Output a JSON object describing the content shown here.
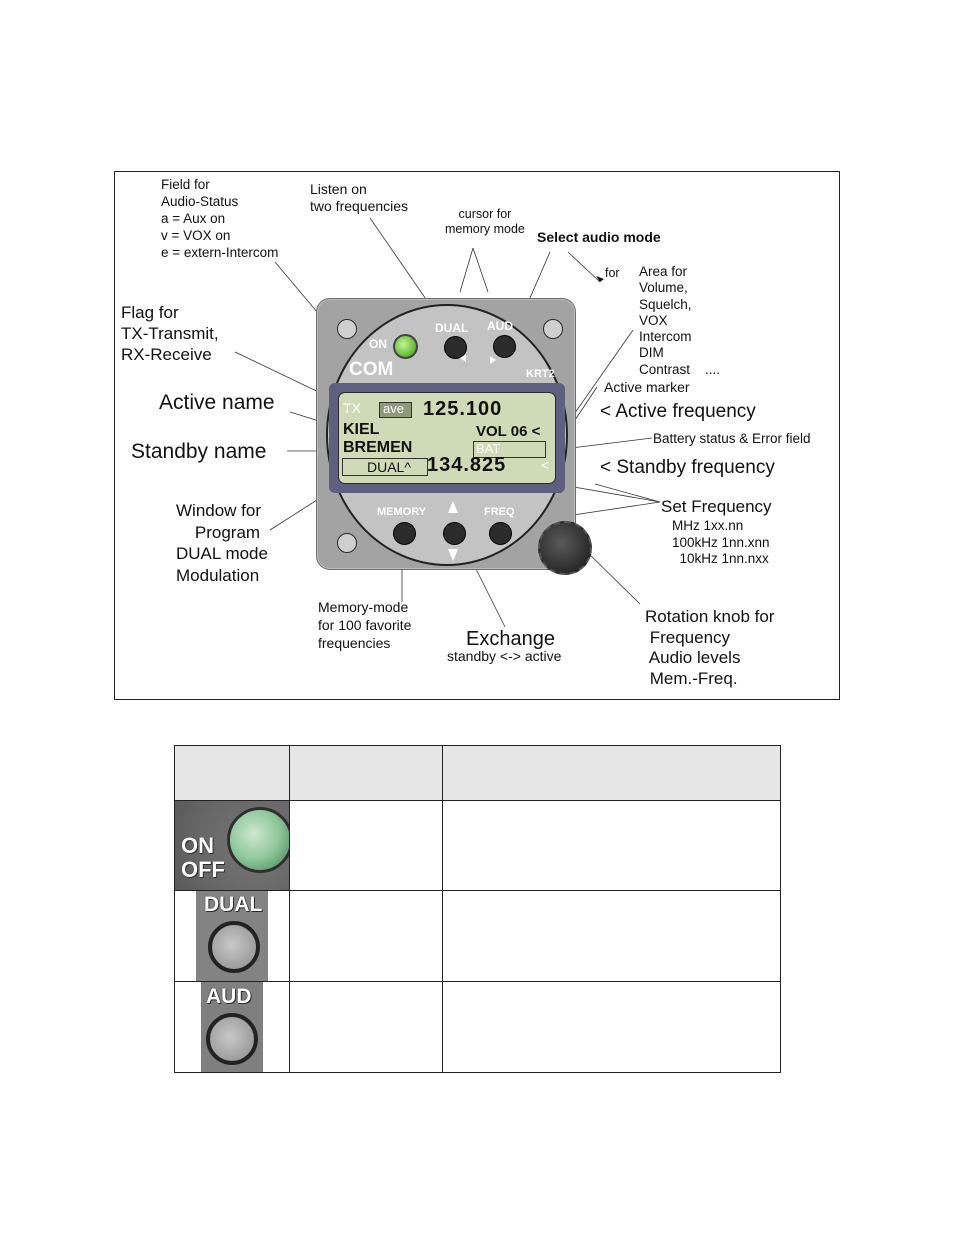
{
  "figure": {
    "labels": {
      "audio_status": "Field for\nAudio-Status\na = Aux on\nv = VOX on\ne = extern-Intercom",
      "listen_two": "Listen on\ntwo frequencies",
      "cursor_memory": "cursor for\nmemory mode",
      "select_audio": "Select audio mode",
      "for": "for",
      "area_for": "Area for\nVolume,\nSquelch,\nVOX\nIntercom\nDIM\nContrast",
      "dots": "....",
      "flag_tx": "Flag for\nTX-Transmit,\nRX-Receive",
      "active_marker": "Active marker",
      "active_name": "Active name",
      "active_frequency": "< Active frequency",
      "battery_status": "Battery status & Error field",
      "standby_name": "Standby name",
      "standby_frequency": "< Standby frequency",
      "set_frequency": "Set Frequency",
      "set_frequency_detail": "MHz 1xx.nn\n100kHz 1nn.xnn\n  10kHz 1nn.nxx",
      "window_program": "Window for\n    Program\nDUAL mode\nModulation",
      "memory_mode": "Memory-mode\nfor 100 favorite\nfrequencies",
      "exchange": "Exchange",
      "exchange_sub": "standby <-> active",
      "rotation_knob": "Rotation knob for\n Frequency\n Audio levels\n Mem.-Freq."
    },
    "device": {
      "on_label": "ON",
      "com_label": "COM",
      "model_label": "KRT2",
      "dual_label": "DUAL",
      "aud_label": "AUD",
      "memory_label": "MEMORY",
      "freq_label": "FREQ",
      "lcd": {
        "tx_flag": "TX",
        "audio_status": "ave",
        "active_frequency": "125.100",
        "active_name": "KIEL",
        "volume": "VOL 06 <",
        "standby_name": "BREMEN",
        "battery": "BAT",
        "program_window": "DUAL^",
        "standby_frequency": "134.825",
        "standby_marker": "<"
      }
    }
  },
  "table": {
    "rows": [
      {
        "thumb_name": "on-off-key",
        "thumb_text": "ON\nOFF"
      },
      {
        "thumb_name": "dual-key",
        "thumb_text": "DUAL"
      },
      {
        "thumb_name": "aud-key",
        "thumb_text": "AUD"
      }
    ]
  },
  "colors": {
    "lcd": "#cfdab7",
    "device_body": "#a3a3a3",
    "led_green": "#6cc23a",
    "lcd_frame": "#5d607f"
  }
}
